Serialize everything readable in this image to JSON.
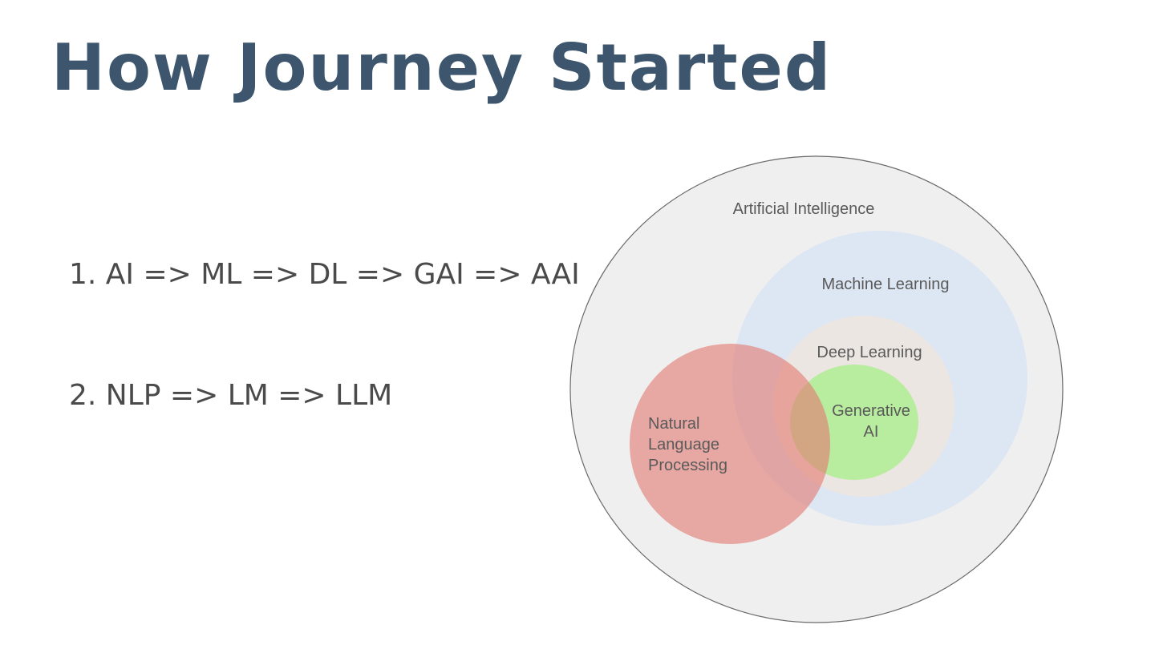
{
  "slide": {
    "title": "How Journey Started",
    "points": [
      "1. AI => ML => DL => GAI => AAI",
      "2. NLP => LM => LLM"
    ]
  },
  "diagram": {
    "ai_label": "Artificial Intelligence",
    "ml_label": "Machine Learning",
    "dl_label": "Deep Learning",
    "gai_label_line1": "Generative",
    "gai_label_line2": "AI",
    "nlp_label_line1": "Natural",
    "nlp_label_line2": "Language",
    "nlp_label_line3": "Processing",
    "colors": {
      "title": "#3d566e",
      "ai_fill": "#efefef",
      "ml_fill": "#dde6f3",
      "dl_fill": "#ece6e2",
      "gai_fill": "#b8ec9e",
      "nlp_fill": "#e68a84"
    }
  }
}
